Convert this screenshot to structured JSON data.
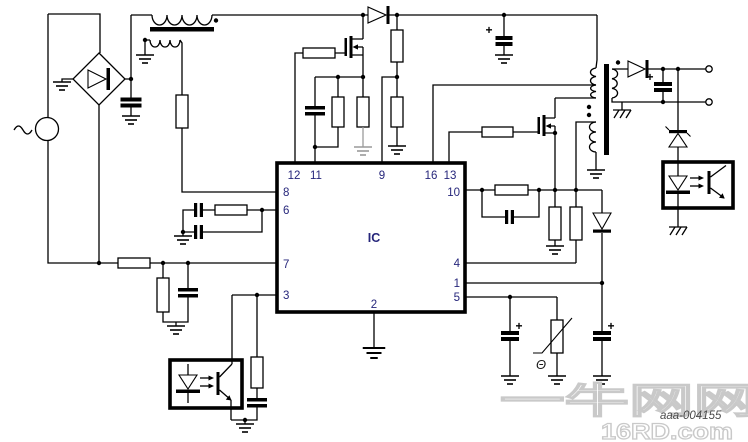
{
  "ic": {
    "label": "IC",
    "pins": {
      "top": [
        "12",
        "11",
        "9",
        "16",
        "13"
      ],
      "left": [
        "8",
        "6",
        "7",
        "3"
      ],
      "right": [
        "10",
        "4",
        "1",
        "5"
      ],
      "bottom": [
        "2"
      ]
    }
  },
  "labels": {
    "caption": "aaa-004155",
    "theta": "Θ",
    "plus": "+"
  },
  "watermark": {
    "cjk": "一牛网网",
    "site": "16RD.com",
    "color": "#c9c9c9"
  },
  "colors": {
    "line": "#000000",
    "background": "#ffffff",
    "pin_text": "#26267b",
    "gray_ground": "#9a9a9a",
    "caption_text": "#4a4a4a"
  },
  "components": [
    "ac-source",
    "bridge-rectifier",
    "bus-capacitor",
    "emi-choke",
    "startup-diode",
    "high-side-mosfet",
    "rail-divider-resistors",
    "controller-ic",
    "compensation-network",
    "line-sense-resistor",
    "feedback-optocoupler",
    "gate-resistor",
    "second-mosfet",
    "flyback-transformer",
    "auxiliary-winding",
    "secondary-rectifier-diode",
    "output-capacitor",
    "output-terminals",
    "zener-diode",
    "secondary-optocoupler",
    "ntc-thermistor",
    "supply-capacitors"
  ]
}
